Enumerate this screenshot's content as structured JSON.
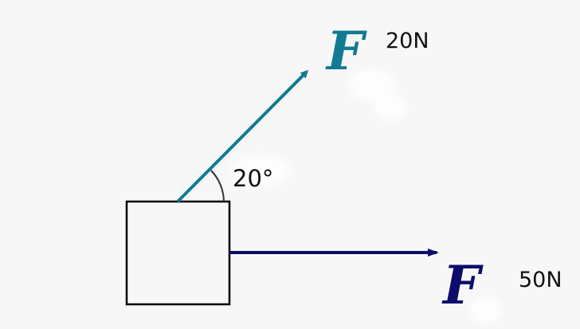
{
  "diagram": {
    "force_1": {
      "symbol": "F",
      "magnitude_label": "20N",
      "color": "#127a93"
    },
    "force_2": {
      "symbol": "F",
      "magnitude_label": "50N",
      "color": "#0c0c6a"
    },
    "angle_label": "20°",
    "box_color": "#000000"
  }
}
